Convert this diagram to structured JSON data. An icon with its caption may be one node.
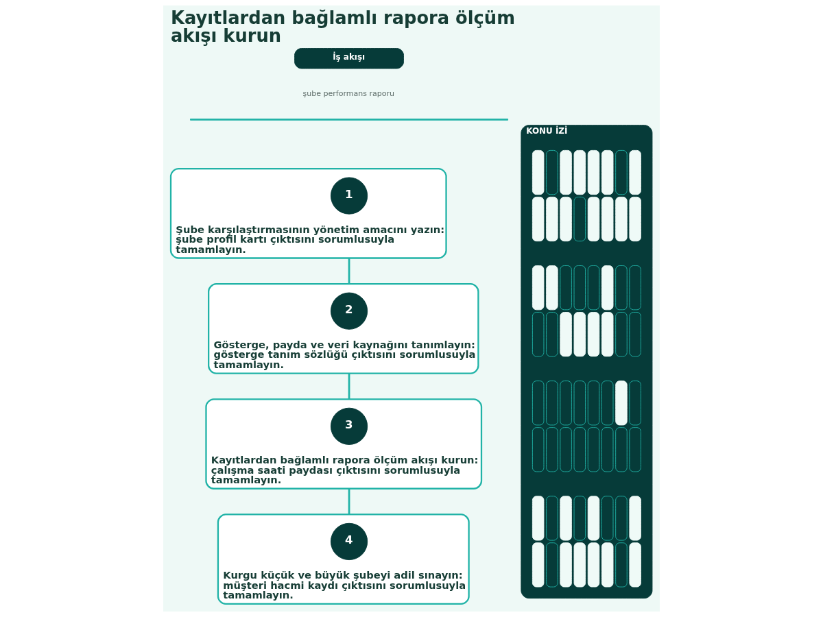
{
  "diagram": {
    "title": "Kayıtlardan bağlamlı rapora ölçüm akışı kurun",
    "nodes": [
      {
        "text": [
          "İş akışı"
        ]
      },
      {
        "text": [
          "Şube karşılaştırmasının yönetim amacını yazın: şube profil kartı çıktısını sorumlusuyla tamamlayın."
        ]
      },
      {
        "text": [
          "1"
        ],
        "in": 1
      },
      {
        "text": [
          "Gösterge, payda ve veri kaynağını tanımlayın: gösterge tanım sözlüğü çıktısını sorumlusuyla tamamlayın."
        ]
      },
      {
        "text": [
          "2"
        ],
        "in": 3
      },
      {
        "text": [
          "Kayıtlardan bağlamlı rapora ölçüm akışı kurun: çalışma saati paydası çıktısını sorumlusuyla tamamlayın."
        ]
      },
      {
        "text": [
          "3"
        ],
        "in": 5
      },
      {
        "text": [
          "Kurgu küçük ve büyük şubeyi adil sınayın: müşteri hacmi kaydı çıktısını sorumlusuyla tamamlayın."
        ]
      },
      {
        "text": [
          "4"
        ],
        "in": 7
      },
      {
        "text": [
          "KONU İZİ"
        ]
      }
    ],
    "edges": [
      {
        "from": 1,
        "to": 3,
        "arrow": "none"
      },
      {
        "from": 3,
        "to": 5,
        "arrow": "none"
      },
      {
        "from": 5,
        "to": 7,
        "arrow": "none"
      }
    ],
    "labels": [
      "şube performans raporu"
    ]
  }
}
